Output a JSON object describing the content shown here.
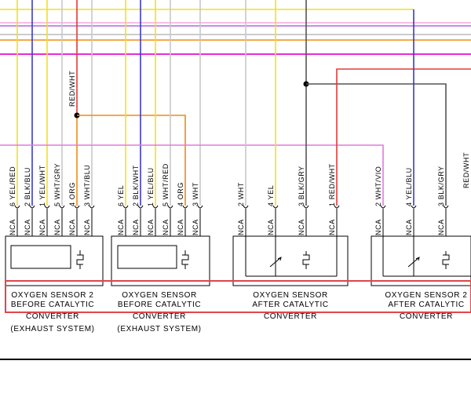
{
  "colors": {
    "yellow": "#f2df1f",
    "blue": "#3a3ac8",
    "white": "#c8c8c8",
    "red": "#e23b3b",
    "orange": "#f28a12",
    "magenta": "#ea2bd8",
    "violet": "#e27ae0",
    "gray": "#555555",
    "pink_wire": "#f4a8e0",
    "highlight_box": "#e0454b"
  },
  "top_labels": {
    "red_wht_left": "RED/WHT"
  },
  "pin_labels": {
    "s2_before": [
      {
        "pin": "6",
        "wire": "YEL/RED"
      },
      {
        "pin": "2",
        "wire": "BLK/BLU"
      },
      {
        "pin": "1",
        "wire": "YEL/WHT"
      },
      {
        "pin": "5",
        "wire": "WHT/GRY"
      },
      {
        "pin": "4",
        "wire": "ORG"
      },
      {
        "pin": "3",
        "wire": "WHT/BLU"
      }
    ],
    "s_before": [
      {
        "pin": "6",
        "wire": "YEL"
      },
      {
        "pin": "2",
        "wire": "BLK/WHT"
      },
      {
        "pin": "1",
        "wire": "YEL/BLU"
      },
      {
        "pin": "5",
        "wire": "WHT/RED"
      },
      {
        "pin": "4",
        "wire": "ORG"
      },
      {
        "pin": "3",
        "wire": "WHT"
      }
    ],
    "s_after": [
      {
        "pin": "2",
        "wire": "WHT"
      },
      {
        "pin": "4",
        "wire": "YEL"
      },
      {
        "pin": "3",
        "wire": "BLK/GRY"
      },
      {
        "pin": "1",
        "wire": "RED/WHT"
      }
    ],
    "s2_after": [
      {
        "pin": "2",
        "wire": "WHT/VIO"
      },
      {
        "pin": "4",
        "wire": "YEL/BLU"
      },
      {
        "pin": "3",
        "wire": "BLK/GRY"
      },
      {
        "pin": "",
        "wire": "RED/WHT"
      }
    ]
  },
  "nca": "NCA",
  "components": {
    "s2_before": [
      "OXYGEN SENSOR 2",
      "BEFORE CATALYTIC",
      "CONVERTER",
      "(EXHAUST SYSTEM)"
    ],
    "s_before": [
      "OXYGEN SENSOR",
      "BEFORE CATALYTIC",
      "CONVERTER",
      "(EXHAUST SYSTEM)"
    ],
    "s_after": [
      "OXYGEN SENSOR",
      "AFTER CATALYTIC",
      "CONVERTER"
    ],
    "s2_after": [
      "OXYGEN SENSOR 2",
      "AFTER CATALYTIC",
      "CONVERTER"
    ]
  }
}
